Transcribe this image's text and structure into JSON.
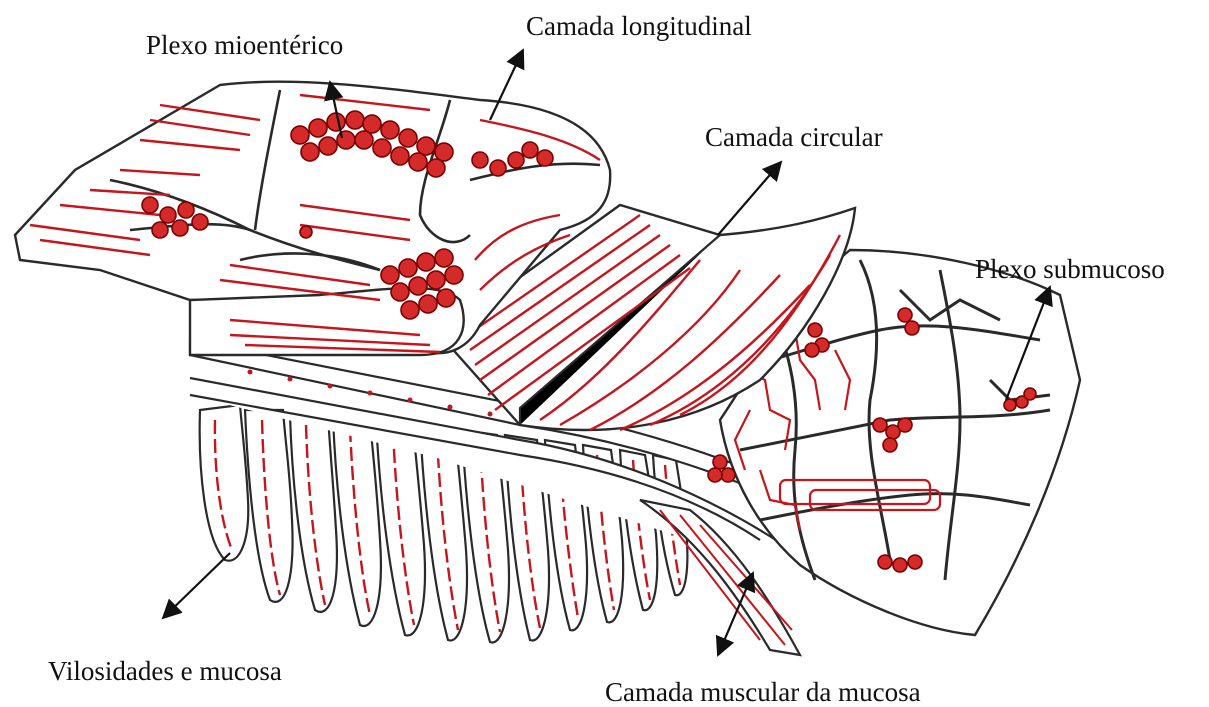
{
  "labels": {
    "plexo_mioenterico": "Plexo mioentérico",
    "camada_longitudinal": "Camada longitudinal",
    "camada_circular": "Camada circular",
    "plexo_submucoso": "Plexo submucoso",
    "vilosidades_mucosa": "Vilosidades e mucosa",
    "camada_muscular_mucosa": "Camada muscular da mucosa"
  },
  "colors": {
    "outline": "#2a2a2a",
    "fiber": "#c4161c",
    "neuron_fill": "#d42a2a",
    "text": "#111111",
    "background": "#ffffff"
  }
}
